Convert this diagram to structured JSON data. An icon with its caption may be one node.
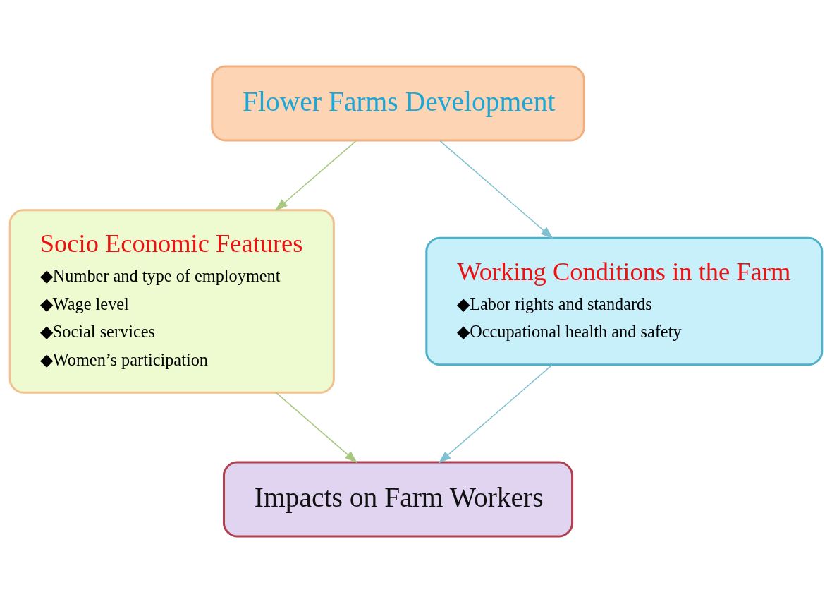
{
  "diagram": {
    "nodes": [
      {
        "text": [
          "Flower Farms Development"
        ]
      },
      {
        "text": [
          "Socio Economic Features",
          "◆Number and type of employment",
          "◆Wage level",
          "◆Social services",
          "◆Women’s participation"
        ]
      },
      {
        "text": [
          "Working Conditions in the Farm",
          "◆Labor rights and standards",
          "◆Occupational health and safety"
        ]
      },
      {
        "text": [
          "Impacts on Farm Workers"
        ]
      }
    ],
    "edges": [
      {
        "from": 0,
        "to": 1,
        "arrow": "to",
        "color": "#a8c880"
      },
      {
        "from": 0,
        "to": 2,
        "arrow": "to",
        "color": "#80c0d0"
      },
      {
        "from": 1,
        "to": 3,
        "arrow": "to",
        "color": "#a8c880"
      },
      {
        "from": 2,
        "to": 3,
        "arrow": "to",
        "color": "#80c0d0"
      }
    ]
  }
}
